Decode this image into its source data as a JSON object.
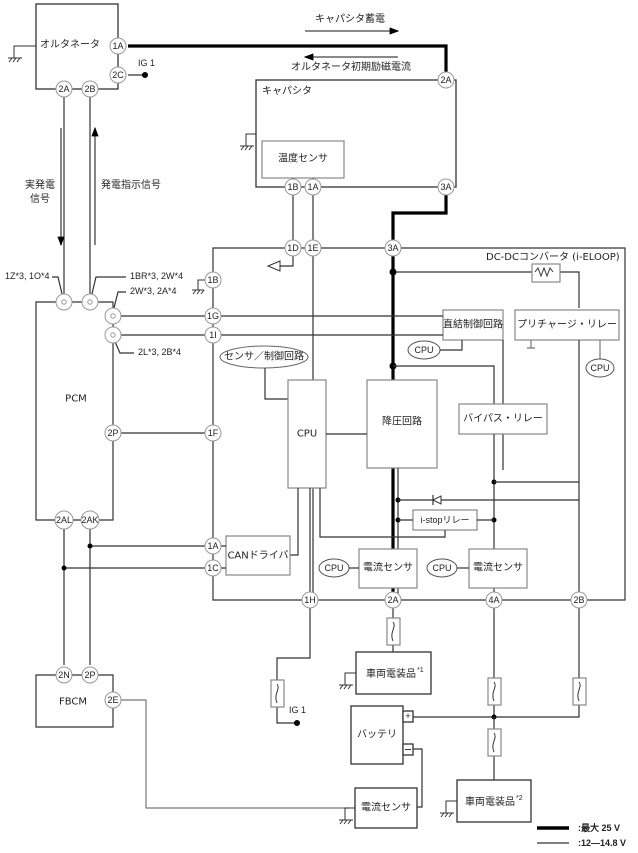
{
  "components": {
    "alternator": "オルタネータ",
    "capacitor": "キャパシタ",
    "temp_sensor": "温度センサ",
    "dcdc": "DC-DCコンバータ (i-ELOOP)",
    "pcm": "PCM",
    "fbcm": "FBCM",
    "direct_ctrl": "直結制御回路",
    "precharge_relay": "プリチャージ・リレー",
    "sensor_ctrl": "センサ／制御回路",
    "cpu_main": "CPU",
    "step_down": "降圧回路",
    "bypass_relay": "バイパス・リレー",
    "can_driver": "CANドライバ",
    "istop_relay": "i-stopリレー",
    "current_sensor": "電流センサ",
    "cpu_small": "CPU",
    "battery": "バッテリ",
    "vehicle_elec1": "車両電装品",
    "vehicle_elec1_note": "*1",
    "vehicle_elec2": "車両電装品",
    "vehicle_elec2_note": "*2",
    "ig1": "IG 1"
  },
  "annotations": {
    "cap_charge": "キャパシタ蓄電",
    "alt_excite": "オルタネータ初期励磁電流",
    "actual_gen_signal": [
      "実発電",
      "信号"
    ],
    "gen_cmd_signal": "発電指示信号",
    "pin_note_1z": "1Z*3, 1O*4",
    "pin_note_1br": "1BR*3, 2W*4",
    "pin_note_2w": "2W*3, 2A*4",
    "pin_note_2l": "2L*3, 2B*4"
  },
  "pins": {
    "alt_1a": "1A",
    "alt_2c": "2C",
    "alt_2a": "2A",
    "alt_2b": "2B",
    "cap_2a": "2A",
    "cap_1b": "1B",
    "cap_1a": "1A",
    "cap_3a": "3A",
    "dc_1d": "1D",
    "dc_1e": "1E",
    "dc_3a": "3A",
    "dc_1b": "1B",
    "dc_1g": "1G",
    "dc_1i": "1I",
    "dc_1f": "1F",
    "dc_1a": "1A",
    "dc_1c": "1C",
    "dc_1h": "1H",
    "dc_2a": "2A",
    "dc_4a": "4A",
    "dc_2b": "2B",
    "pcm_2p": "2P",
    "pcm_2al": "2AL",
    "pcm_2ak": "2AK",
    "fbcm_2n": "2N",
    "fbcm_2p": "2P",
    "fbcm_2e": "2E"
  },
  "legend": [
    {
      "style": "thick",
      "label": ":最大 25 V"
    },
    {
      "style": "thin",
      "label": ":12—14.8 V"
    }
  ]
}
